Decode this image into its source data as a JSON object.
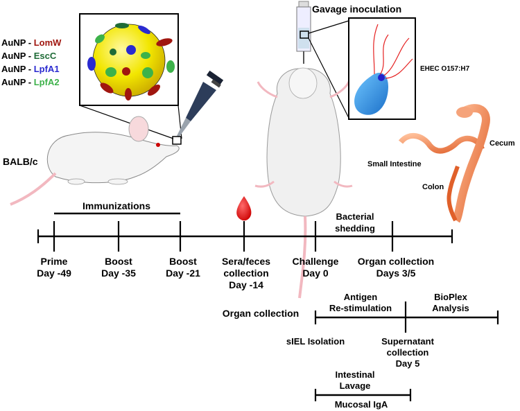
{
  "antigens": {
    "prefix": "AuNP - ",
    "items": [
      {
        "name": "LomW",
        "color": "#a0160f"
      },
      {
        "name": "EscC",
        "color": "#1f6b37"
      },
      {
        "name": "LpfA1",
        "color": "#2a2ad0"
      },
      {
        "name": "LpfA2",
        "color": "#3db24a"
      }
    ]
  },
  "mouse_strain": "BALB/c",
  "gavage_title": "Gavage inoculation",
  "pathogen": "EHEC O157:H7",
  "intestine": {
    "cecum": "Cecum",
    "small_intestine": "Small Intestine",
    "colon": "Colon"
  },
  "immunizations_label": "Immunizations",
  "bacterial_shedding": {
    "line1": "Bacterial",
    "line2": "shedding"
  },
  "timeline": [
    {
      "line1": "Prime",
      "line2": "Day -49",
      "line3": ""
    },
    {
      "line1": "Boost",
      "line2": "Day -35",
      "line3": ""
    },
    {
      "line1": "Boost",
      "line2": "Day -21",
      "line3": ""
    },
    {
      "line1": "Sera/feces",
      "line2": "collection",
      "line3": "Day -14"
    },
    {
      "line1": "Challenge",
      "line2": "Day 0",
      "line3": ""
    },
    {
      "line1": "Organ collection",
      "line2": "Days 3/5",
      "line3": ""
    }
  ],
  "organ_workflow": {
    "start_label": "Organ collection",
    "antigen": {
      "line1": "Antigen",
      "line2": "Re-stimulation"
    },
    "bioplex": {
      "line1": "BioPlex",
      "line2": "Analysis"
    },
    "siel": "sIEL Isolation",
    "supernatant": {
      "line1": "Supernatant",
      "line2": "collection",
      "line3": "Day 5"
    }
  },
  "lavage": {
    "line1": "Intestinal",
    "line2": "Lavage",
    "line3": "Mucosal IgA"
  },
  "colors": {
    "nanoparticle": "#f2e600",
    "blood": "#d01010",
    "bacterium": "#2a8fe0",
    "intestine": "#f08a55",
    "mouse_body": "#f4f4f4",
    "tail": "#f2b8c0"
  }
}
